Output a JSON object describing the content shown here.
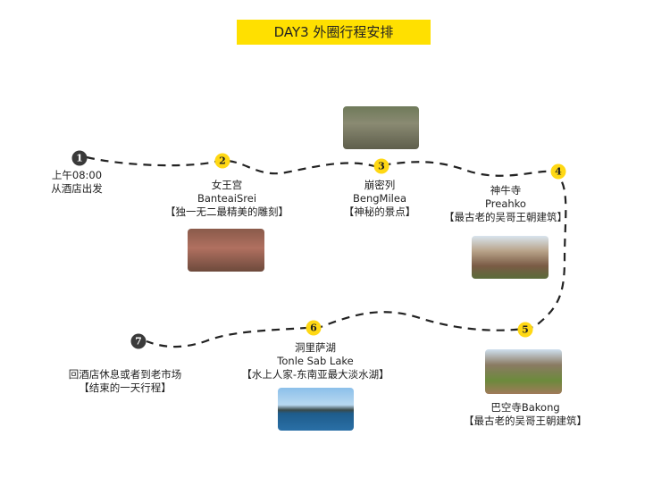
{
  "title": "DAY3  外圈行程安排",
  "stops": [
    {
      "num": "1",
      "lines": [
        "上午08:00",
        "从酒店出发"
      ]
    },
    {
      "num": "2",
      "lines": [
        "女王宫",
        "BanteaiSrei",
        "【独一无二最精美的雕刻】"
      ]
    },
    {
      "num": "3",
      "lines": [
        "崩密列",
        "BengMilea",
        "【神秘的景点】"
      ]
    },
    {
      "num": "4",
      "lines": [
        "神牛寺",
        "Preahko",
        "【最古老的吴哥王朝建筑】"
      ]
    },
    {
      "num": "5",
      "lines": [
        "巴空寺Bakong",
        "【最古老的吴哥王朝建筑】"
      ]
    },
    {
      "num": "6",
      "lines": [
        "洞里萨湖",
        "Tonle Sab Lake",
        "【水上人家-东南亚最大淡水湖】"
      ]
    },
    {
      "num": "7",
      "lines": [
        "回酒店休息或者到老市场",
        "【结束的一天行程】"
      ]
    }
  ],
  "colors": {
    "accent": "#FFE000",
    "marker_yellow": "#FFD814",
    "marker_dark": "#3a3a3a"
  }
}
